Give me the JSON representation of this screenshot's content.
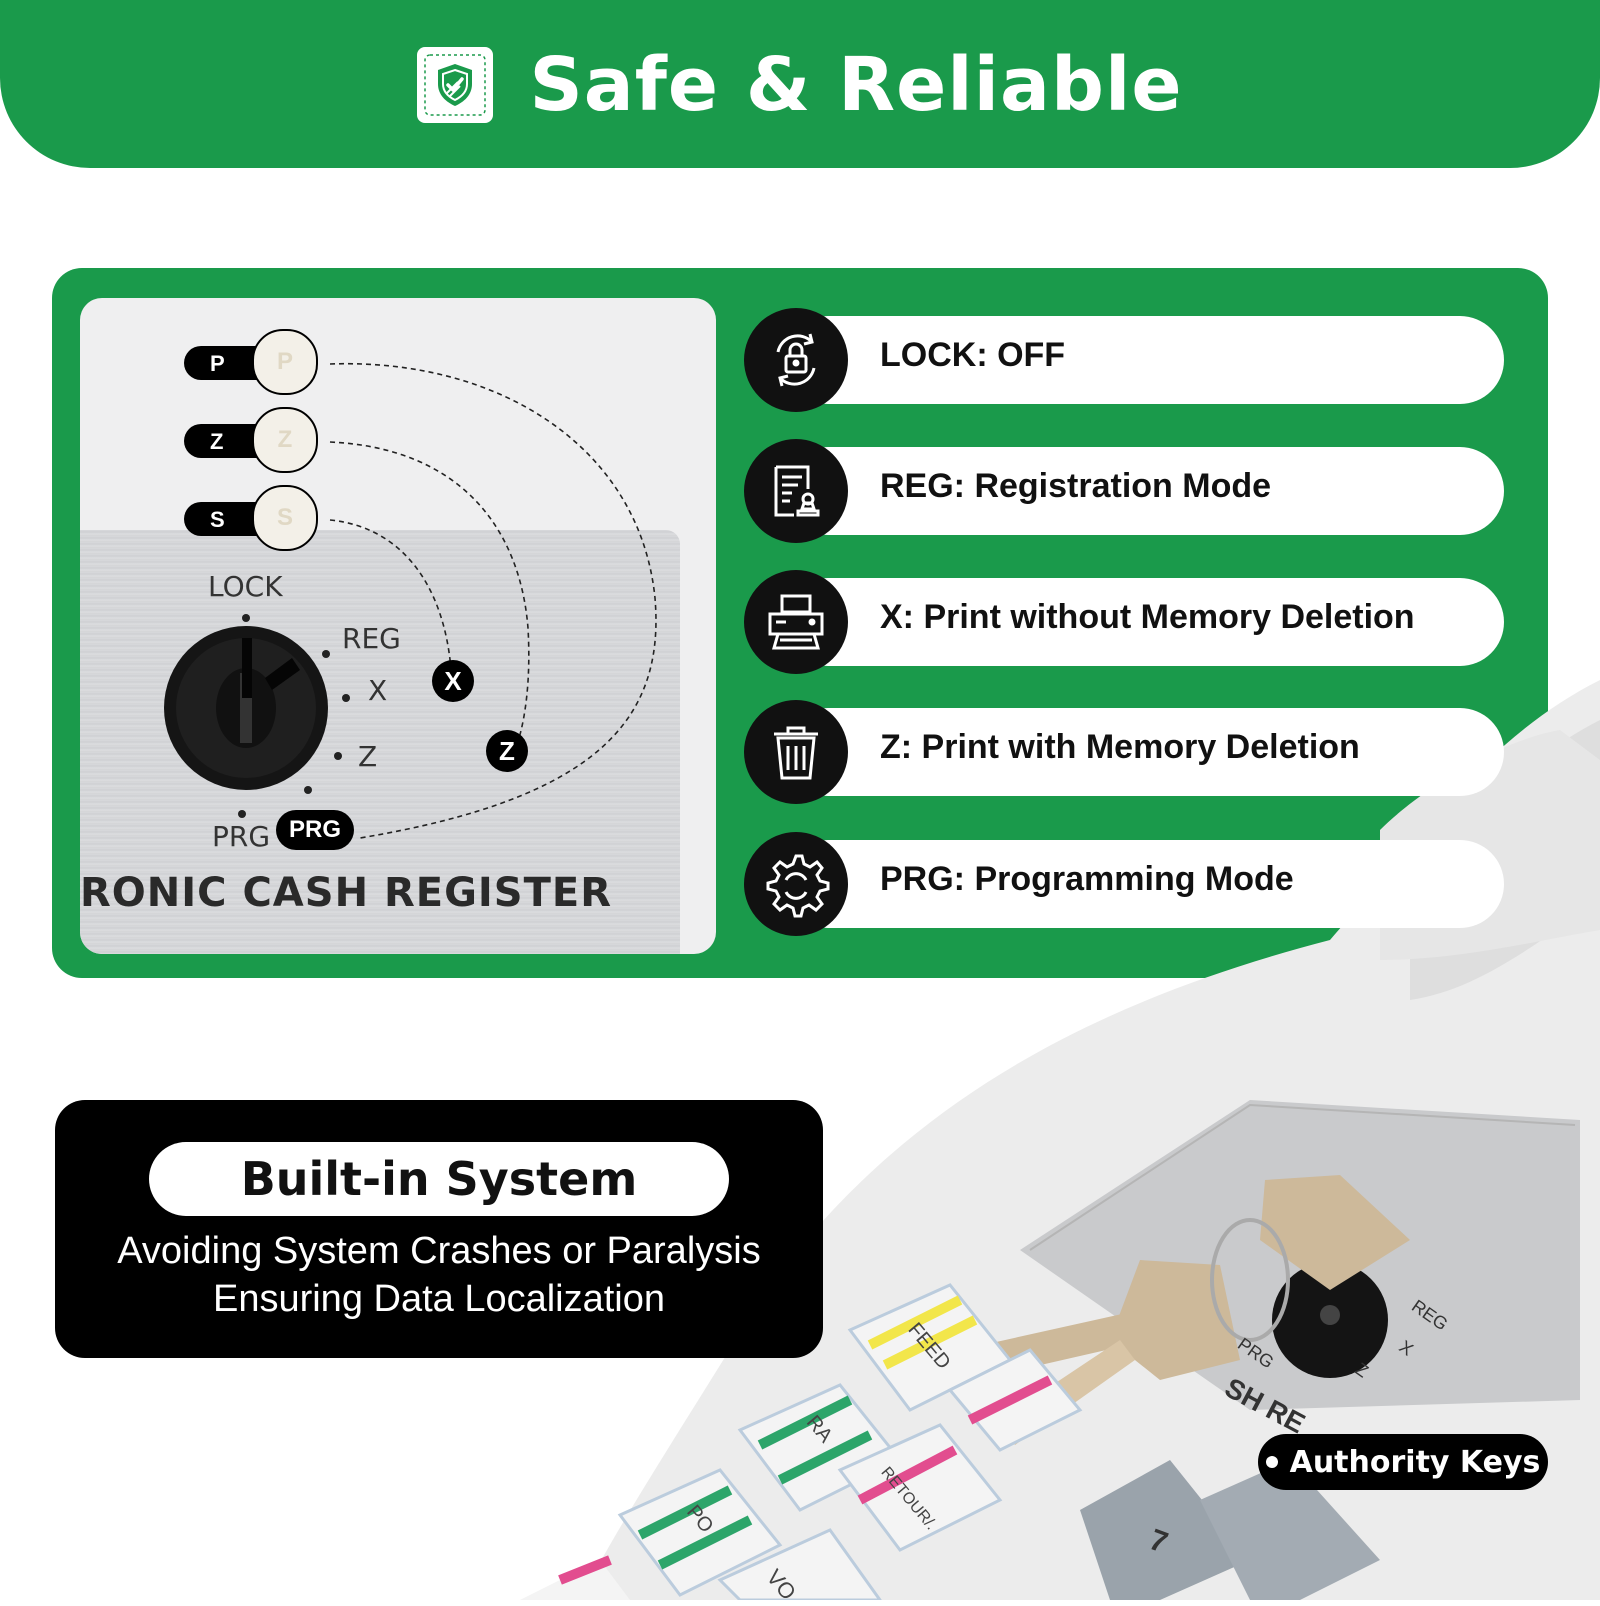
{
  "header": {
    "title": "Safe & Reliable",
    "icon": "shield-check-icon"
  },
  "dial": {
    "key_badges": [
      {
        "letter": "P",
        "coin": "P"
      },
      {
        "letter": "Z",
        "coin": "Z"
      },
      {
        "letter": "S",
        "coin": "S"
      }
    ],
    "positions": {
      "lock": "LOCK",
      "reg": "REG",
      "x": "X",
      "z": "Z",
      "prg": "PRG"
    },
    "markers": {
      "x": "X",
      "z": "Z",
      "prg": "PRG"
    },
    "panel_text": "RONIC CASH REGISTER"
  },
  "modes": [
    {
      "label": "LOCK: OFF",
      "icon": "lock-rotate-icon"
    },
    {
      "label": "REG: Registration Mode",
      "icon": "registration-document-icon"
    },
    {
      "label": "X: Print without Memory Deletion",
      "icon": "printer-icon"
    },
    {
      "label": "Z: Print with Memory Deletion",
      "icon": "trash-icon"
    },
    {
      "label": "PRG: Programming Mode",
      "icon": "gear-icon"
    }
  ],
  "builtin": {
    "title": "Built-in System",
    "line1": "Avoiding System Crashes or Paralysis",
    "line2": "Ensuring Data Localization"
  },
  "machine": {
    "keys": [
      "FEED",
      "RA",
      "PO",
      "RETOUR/.",
      "VO",
      "7"
    ],
    "switch_labels": [
      "REG",
      "X",
      "Z",
      "PRG"
    ],
    "panel_text": "SH RE"
  },
  "authority": {
    "label": "Authority Keys"
  },
  "colors": {
    "brand_green": "#1a9a4b",
    "black": "#000000",
    "white": "#ffffff"
  }
}
